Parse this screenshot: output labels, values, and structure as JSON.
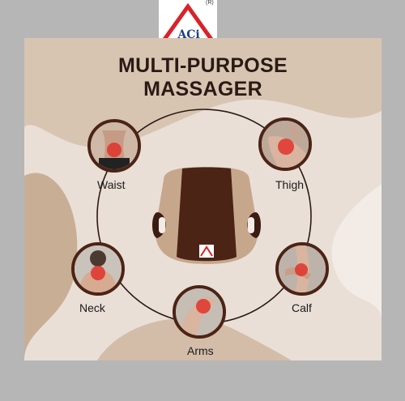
{
  "logo": {
    "text": "ACi",
    "registered": "(R)"
  },
  "title": {
    "line1": "MULTI-PURPOSE",
    "line2": "MASSAGER"
  },
  "labels": {
    "waist": "Waist",
    "thigh": "Thigh",
    "neck": "Neck",
    "calf": "Calf",
    "arms": "Arms"
  },
  "colors": {
    "accent_brown": "#4b2416",
    "product_beige": "#c7a78c",
    "background_cream": "#e9dfd6",
    "swoosh_tan": "#c9ae96",
    "pain_red": "#e0322a"
  }
}
